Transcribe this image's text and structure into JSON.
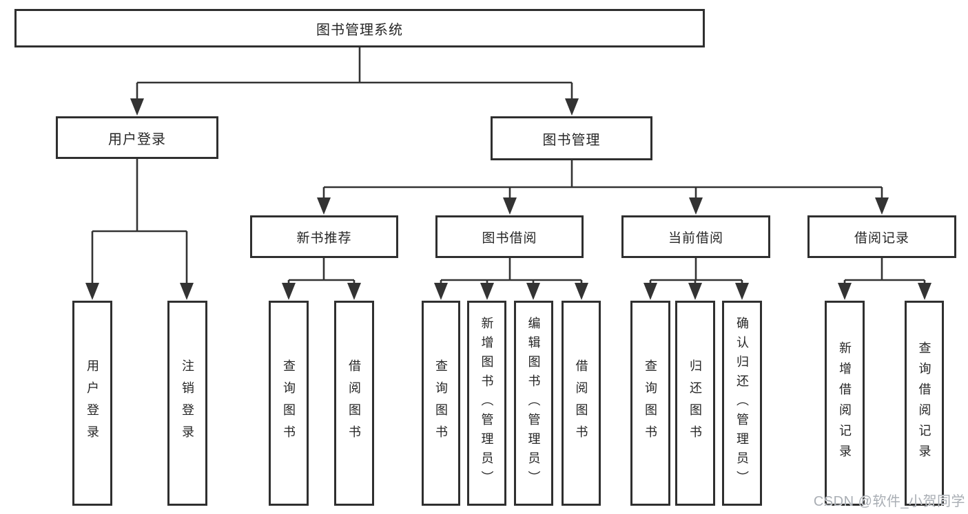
{
  "colors": {
    "background": "#ffffff",
    "line": "#333333",
    "box_border": "#2f2f2f",
    "text": "#262626",
    "watermark": "#a9aeb4"
  },
  "watermark": "CSDN @软件_小贺同学",
  "tree": {
    "root": "图书管理系统",
    "branches": [
      {
        "label": "用户登录",
        "children": [
          "用户登录",
          "注销登录"
        ]
      },
      {
        "label": "图书管理",
        "groups": [
          {
            "label": "新书推荐",
            "children": [
              "查询图书",
              "借阅图书"
            ]
          },
          {
            "label": "图书借阅",
            "children": [
              "查询图书",
              "新增图书（管理员）",
              "编辑图书（管理员）",
              "借阅图书"
            ]
          },
          {
            "label": "当前借阅",
            "children": [
              "查询图书",
              "归还图书",
              "确认归还（管理员）"
            ]
          },
          {
            "label": "借阅记录",
            "children": [
              "新增借阅记录",
              "查询借阅记录"
            ]
          }
        ]
      }
    ]
  }
}
